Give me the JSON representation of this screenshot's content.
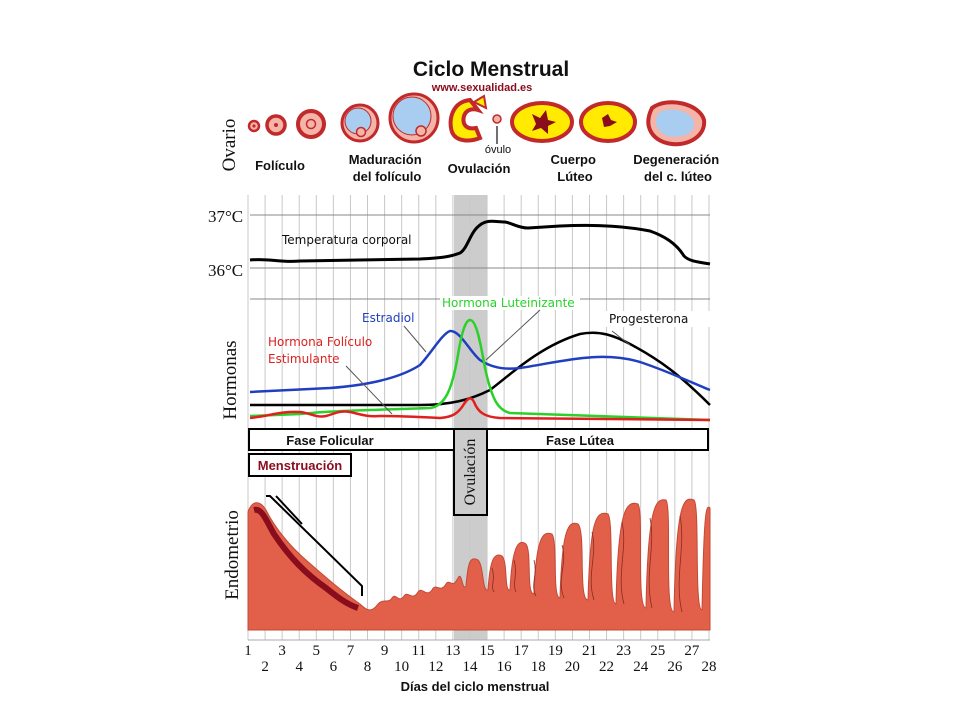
{
  "title": "Ciclo Menstrual",
  "website": "www.sexualidad.es",
  "ovary": {
    "section_label": "Ovario",
    "stages": [
      {
        "label_lines": [
          "Folículo"
        ]
      },
      {
        "label_lines": [
          "Maduración",
          "del folículo"
        ]
      },
      {
        "label_lines": [
          "Ovulación"
        ]
      },
      {
        "label_lines": [
          "Cuerpo",
          "Lúteo"
        ]
      },
      {
        "label_lines": [
          "Degeneración",
          "del c. lúteo"
        ]
      }
    ],
    "ovum_label": "óvulo"
  },
  "temperature": {
    "tick_high": "37°C",
    "tick_low": "36°C",
    "curve_label": "Temperatura corporal",
    "color": "#000000"
  },
  "hormones": {
    "section_label": "Hormonas",
    "series": [
      {
        "name": "Estradiol",
        "color": "#1f3fbf"
      },
      {
        "name": "Hormona Luteinizante",
        "color": "#2ad12a"
      },
      {
        "name_lines": [
          "Hormona Folículo",
          "Estimulante"
        ],
        "color": "#e02020"
      },
      {
        "name": "Progesterona",
        "color": "#000000"
      }
    ]
  },
  "phases": {
    "follicular": "Fase Folicular",
    "luteal": "Fase Lútea",
    "menstruation": "Menstruación",
    "ovulation": "Ovulación"
  },
  "endometrium": {
    "section_label": "Endometrio",
    "color": "#e2604a"
  },
  "days_axis": {
    "label": "Días del ciclo menstrual",
    "days": [
      "1",
      "2",
      "3",
      "4",
      "5",
      "6",
      "7",
      "8",
      "9",
      "10",
      "11",
      "12",
      "13",
      "14",
      "15",
      "16",
      "17",
      "18",
      "19",
      "20",
      "21",
      "22",
      "23",
      "24",
      "25",
      "26",
      "27",
      "28"
    ]
  },
  "colors": {
    "ovulation_band": "#cccccc",
    "follicle_wall": "#c1292b",
    "follicle_halo": "#f4b4a8",
    "antrum": "#a8cdf0",
    "corpus_luteum": "#ffea00",
    "menstruation_text": "#8a0d1d"
  }
}
